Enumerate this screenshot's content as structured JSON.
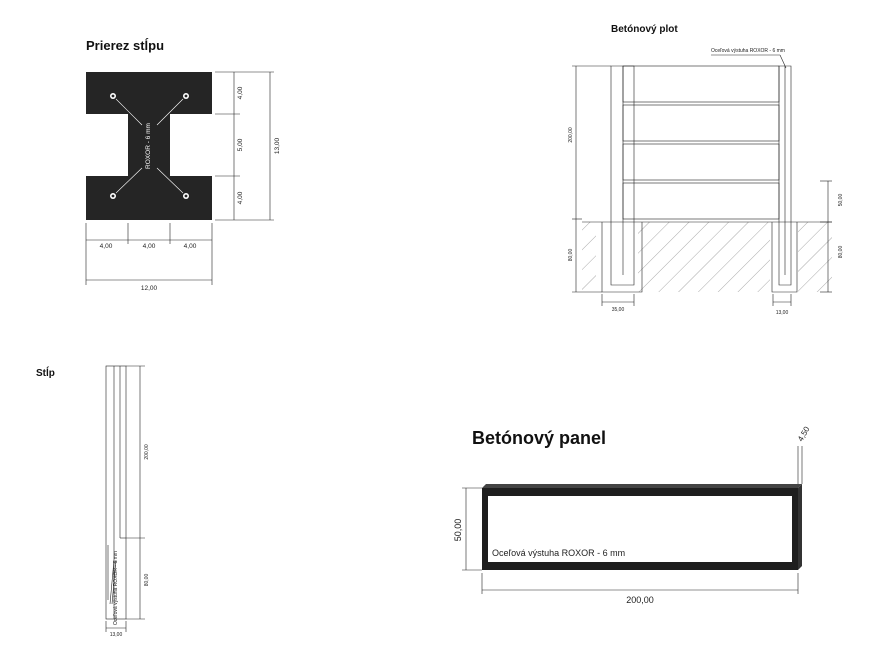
{
  "section": {
    "title": "Prierez stĺpu",
    "dims": {
      "top": "4,00",
      "mid": "5,00",
      "bottom": "4,00",
      "total_h": "13,00",
      "w1": "4,00",
      "w2": "4,00",
      "w3": "4,00",
      "total_w": "12,00"
    },
    "rebar": "ROXOR - 6 mm"
  },
  "fence": {
    "title": "Betónový plot",
    "rebar": "Oceľová výstuha ROXOR - 6 mm",
    "dims": {
      "height": "200,00",
      "depth_left": "80,00",
      "post_w": "35,00",
      "post_w2": "13,00",
      "right_top": "50,00",
      "right_bottom": "80,00"
    }
  },
  "post": {
    "title": "Stĺp",
    "rebar": "Oceľová výstuha ROXOR - 6 mm",
    "dims": {
      "upper": "200,00",
      "lower": "80,00",
      "width": "13,00"
    }
  },
  "panel": {
    "title": "Betónový panel",
    "rebar": "Oceľová výstuha ROXOR - 6 mm",
    "dims": {
      "height": "50,00",
      "length": "200,00",
      "thickness": "4,50"
    }
  }
}
